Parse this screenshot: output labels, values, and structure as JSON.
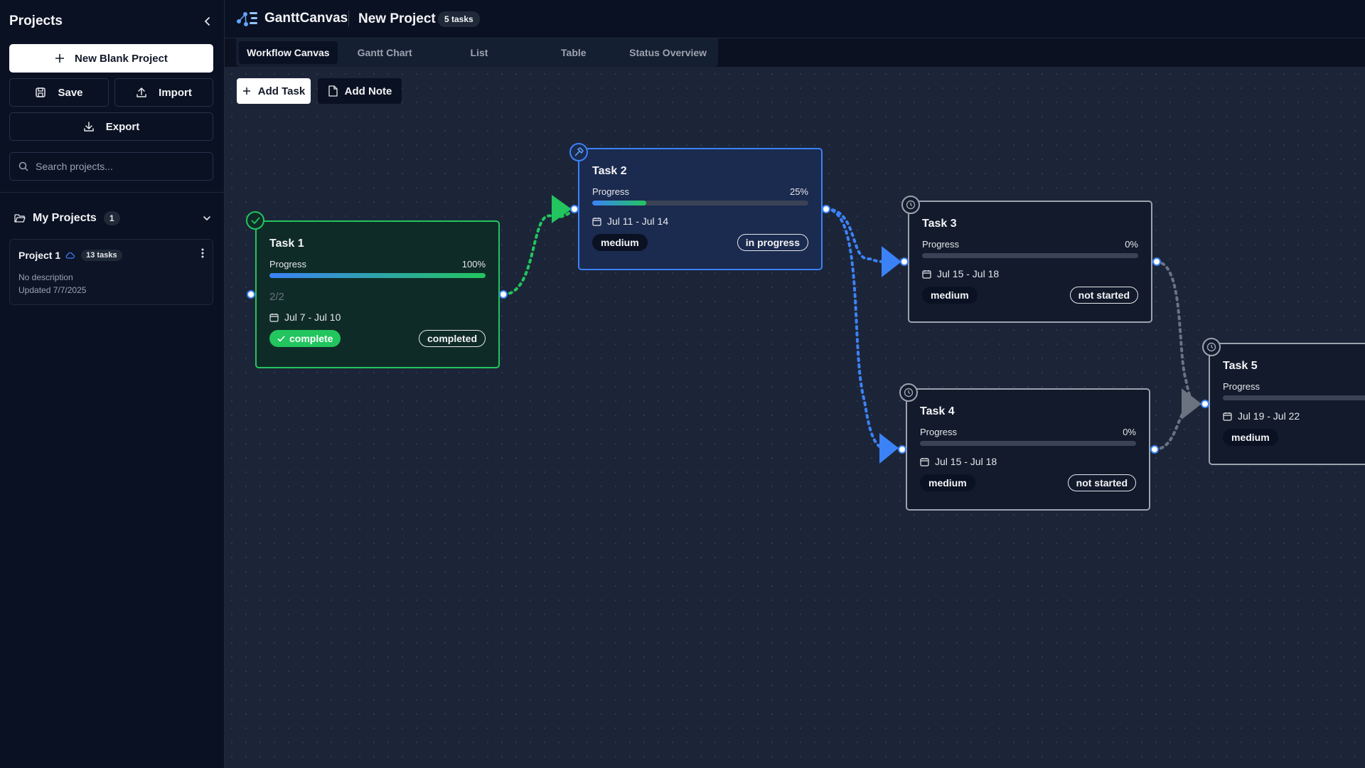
{
  "sidebar": {
    "title": "Projects",
    "new_blank_label": "New Blank Project",
    "save_label": "Save",
    "import_label": "Import",
    "export_label": "Export",
    "search_placeholder": "Search projects...",
    "my_projects_label": "My Projects",
    "my_projects_count": "1",
    "projects": [
      {
        "name": "Project 1",
        "tasks": "13 tasks",
        "description": "No description",
        "updated": "Updated 7/7/2025"
      }
    ]
  },
  "header": {
    "brand": "GanttCanvas",
    "project_title": "New Project",
    "tasks_badge": "5 tasks"
  },
  "tabs": [
    {
      "label": "Workflow Canvas",
      "active": true
    },
    {
      "label": "Gantt Chart",
      "active": false
    },
    {
      "label": "List",
      "active": false
    },
    {
      "label": "Table",
      "active": false
    },
    {
      "label": "Status Overview",
      "active": false
    }
  ],
  "toolbar": {
    "add_task_label": "Add Task",
    "add_note_label": "Add Note"
  },
  "tasks": [
    {
      "title": "Task 1",
      "progress_label": "Progress",
      "progress_text": "100%",
      "progress": 1.0,
      "subtasks": "2/2",
      "dates": "Jul 7 - Jul 10",
      "complete_label": "complete",
      "status": "completed",
      "icon": "check-circle-icon"
    },
    {
      "title": "Task 2",
      "progress_label": "Progress",
      "progress_text": "25%",
      "progress": 0.25,
      "dates": "Jul 11 - Jul 14",
      "priority": "medium",
      "status": "in progress",
      "icon": "hammer-icon"
    },
    {
      "title": "Task 3",
      "progress_label": "Progress",
      "progress_text": "0%",
      "progress": 0,
      "dates": "Jul 15 - Jul 18",
      "priority": "medium",
      "status": "not started",
      "icon": "clock-icon"
    },
    {
      "title": "Task 4",
      "progress_label": "Progress",
      "progress_text": "0%",
      "progress": 0,
      "dates": "Jul 15 - Jul 18",
      "priority": "medium",
      "status": "not started",
      "icon": "clock-icon"
    },
    {
      "title": "Task 5",
      "progress_label": "Progress",
      "progress_text": "",
      "progress": 0,
      "dates": "Jul 19 - Jul 22",
      "priority": "medium",
      "icon": "clock-icon"
    }
  ],
  "colors": {
    "accent_blue": "#3b82f6",
    "complete_green": "#22c55e",
    "neutral_gray": "#6b7280",
    "canvas_bg": "#1c2538"
  }
}
